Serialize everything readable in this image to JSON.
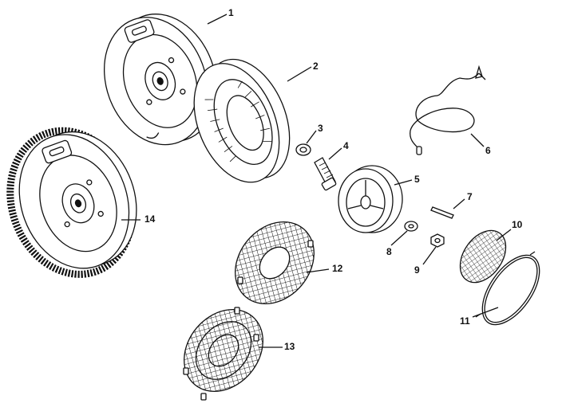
{
  "diagram": {
    "callouts": [
      {
        "id": "1",
        "text": "1"
      },
      {
        "id": "2",
        "text": "2"
      },
      {
        "id": "3",
        "text": "3"
      },
      {
        "id": "4",
        "text": "4"
      },
      {
        "id": "5",
        "text": "5"
      },
      {
        "id": "6",
        "text": "6"
      },
      {
        "id": "7",
        "text": "7"
      },
      {
        "id": "8",
        "text": "8"
      },
      {
        "id": "9",
        "text": "9"
      },
      {
        "id": "10",
        "text": "10"
      },
      {
        "id": "11",
        "text": "11"
      },
      {
        "id": "12",
        "text": "12"
      },
      {
        "id": "13",
        "text": "13"
      },
      {
        "id": "14",
        "text": "14"
      }
    ]
  },
  "colors": {
    "ink": "#111111",
    "paper": "#ffffff"
  }
}
